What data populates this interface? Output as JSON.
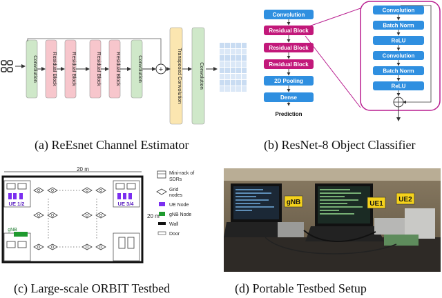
{
  "panel_a": {
    "caption": "(a) ReEsnet Channel Estimator",
    "blocks": [
      "Convolution",
      "Residual Block",
      "Residual Block",
      "Residual Block",
      "Residual Block",
      "Convolution",
      "Transposed Convolution",
      "Convolution"
    ],
    "plus_symbol": "+",
    "colors": {
      "conv": "#cfe8c9",
      "res": "#f7c6cc",
      "tconv": "#fbe6b0"
    }
  },
  "panel_b": {
    "caption": "(b) ResNet-8 Object Classifier",
    "main_blocks": [
      "Convolution",
      "Residual Block",
      "Residual Block",
      "Residual Block",
      "2D Pooling",
      "Dense"
    ],
    "output": "Prediction",
    "detail_blocks": [
      "Convolution",
      "Batch Norm",
      "ReLU",
      "Convolution",
      "Batch Norm",
      "ReLU"
    ],
    "colors": {
      "blue": "#2f8fe0",
      "magenta": "#c2187a",
      "border": "#b81d8f"
    }
  },
  "panel_c": {
    "caption": "(c) Large-scale ORBIT Testbed",
    "width_label": "20 m",
    "height_label": "20 m",
    "rooms": [
      "UE 1/2",
      "UE 3/4",
      "gNB"
    ],
    "legend": [
      {
        "label": "Mini-rack of SDRs",
        "icon": "rack-icon"
      },
      {
        "label": "Grid nodes",
        "icon": "grid-node-icon"
      },
      {
        "label": "UE Node",
        "icon": "ue-node-icon",
        "color": "#7b2ff0"
      },
      {
        "label": "gNB Node",
        "icon": "gnb-node-icon",
        "color": "#1e9a2e"
      },
      {
        "label": "Wall",
        "icon": "wall-icon"
      },
      {
        "label": "Door",
        "icon": "door-icon"
      }
    ]
  },
  "panel_d": {
    "caption": "(d) Portable Testbed Setup",
    "tags": [
      "gNB",
      "UE1",
      "UE2"
    ],
    "tag_color": "#f5d21c"
  }
}
